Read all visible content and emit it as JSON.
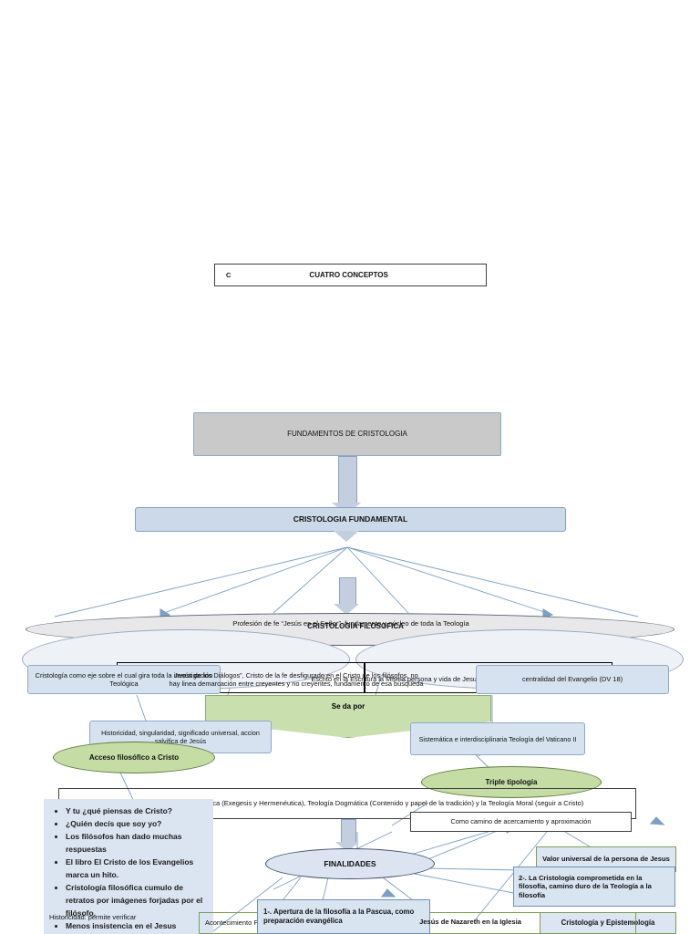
{
  "document": {
    "title": "Mapa conceptual - Fundamentos de Cristologia",
    "language": "es"
  },
  "colors": {
    "grey_box": "#c9c9c9",
    "blue_box": "#ccd9e8",
    "green_fill": "#c5dca5",
    "green_border": "#7aa05a",
    "connector": "#7d9fc4",
    "ellipse_border": "#40506b"
  },
  "header": {
    "code": "C",
    "label": "CUATRO CONCEPTOS"
  },
  "nodes": {
    "fundamentos": "FUNDAMENTOS DE CRISTOLOGIA",
    "cristologia_fundamental": "CRISTOLOGIA FUNDAMENTAL",
    "profesion_fe": "Profesión de fe “Jesús es el Señor”, fundamento y núcleo de toda la Teología",
    "cristologia_filosofica": "CRISTOLOGIA FILOSOFICA",
    "row_boxes": [
      "Cristología como eje sobre el cual gira toda la investigación Teológica",
      "Jesús de los Diálogos”, Cristo de la fe desfigurado en el Cristo de los filósofos, no hay linea demarcación entre creyentes y no creyentes, fundamento de esa búsqueda",
      "Escrito en la Escritura la Misma persona y vida de Jesus.",
      "centralidad del Evangelio (DV 18)"
    ],
    "se_da_por": "Se da por",
    "historicidad_box": "Historicidad, singularidad, significado universal, accion salvifica de Jesús",
    "sistematica_box": "Sistemática e interdisciplinaria Teología del Vaticano II",
    "acceso_filosofico": "Acceso filosófico a Cristo",
    "triple_tipologia": "Triple tipología",
    "todo_confluye": "Todo confluye en la Teología Bíblica (Exegesis y Hermenéutica), Teología Dogmática (Contenido y papel de la tradición) y la Teología Moral (seguir a Cristo)",
    "como_camino": "Como camino de acercamiento y aproximación",
    "finalidades": "FINALIDADES",
    "apertura": "1-. Apertura de la filosofía a la Pascua, como preparación evangélica",
    "acontecimiento": "Acontecimiento Pascual como centro y cumbre de la Revelación",
    "jesus_nazareth": "Jesús de Nazareth en la Iglesia",
    "valor_universal": "Valor universal de la persona de Jesus",
    "cristologia_comprometida": "2-. La Cristología comprometida en la filosofía, camino duro de la Teología a la filosofía",
    "cristologia_epistemologia": "Cristología y Epistemología",
    "historicidad_nota": "Historicidad: permite verificar"
  },
  "bullet_list": {
    "items": [
      "Y  tu ¿qué piensas de Cristo?",
      "¿Quién decís que soy yo?",
      "Los filósofos han dado muchas respuestas",
      "El libro El Cristo de los Evangelios marca un hito.",
      "Cristología filosófica cumulo de retratos por imágenes forjadas por el filósofo.",
      "Menos insistencia en el Jesus"
    ]
  }
}
